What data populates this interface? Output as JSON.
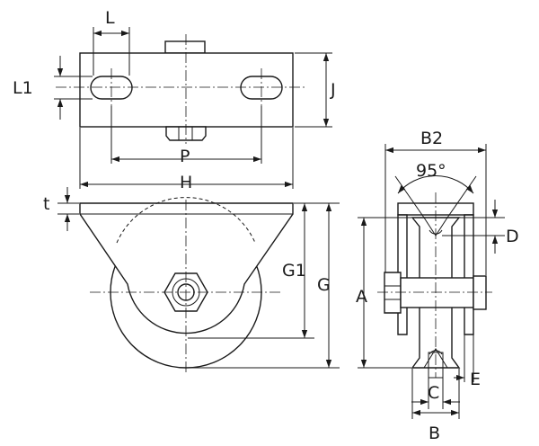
{
  "labels": {
    "L": "L",
    "L1": "L1",
    "J": "J",
    "P": "P",
    "H": "H",
    "t": "t",
    "G1": "G1",
    "G": "G",
    "B2": "B2",
    "angle": "95°",
    "D": "D",
    "A": "A",
    "C": "C",
    "E": "E",
    "B": "B"
  }
}
